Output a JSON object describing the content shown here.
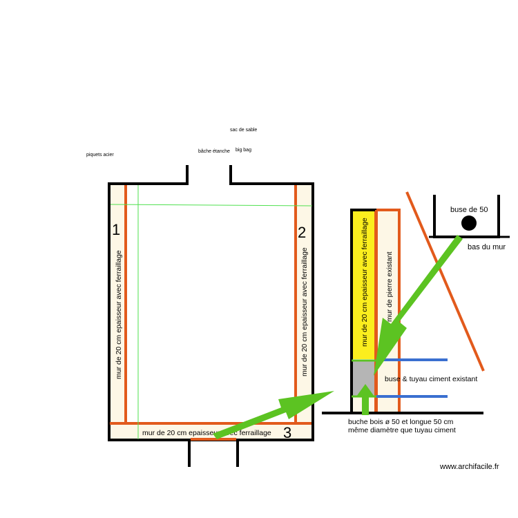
{
  "labels": {
    "piquets": "piquets acier",
    "bache": "bâche étanche",
    "sac": "sac de sable",
    "bigbag": "big bag",
    "num1": "1",
    "num2": "2",
    "num3": "3",
    "mur_left": "mur de 20 cm epaisseur avec ferraillage",
    "mur_right": "mur de 20 cm epaisseur avec ferraillage",
    "mur_bottom": "mur de 20 cm epaisseur avec ferraillage",
    "section_mur": "mur de 20 cm epaisseur avec ferraillage",
    "pierre": "mur de pierre existant",
    "buse50": "buse de 50",
    "bas_mur": "bas du mur",
    "buse_tuyau": "buse & tuyau ciment existant",
    "buche_line1": "buche  bois ø 50 et longue 50 cm",
    "buche_line2": "même diamètre que tuyau ciment",
    "watermark": "www.archifacile.fr"
  },
  "colors": {
    "wall_outline": "#000000",
    "rebar": "#e25a1c",
    "wall_fill": "#fdf7e6",
    "new_wall_fill": "#fbee1e",
    "guide_line": "#4ee04e",
    "arrow": "#5cc322",
    "pipe": "#3a6fd0",
    "log": "#b5b5b5"
  }
}
